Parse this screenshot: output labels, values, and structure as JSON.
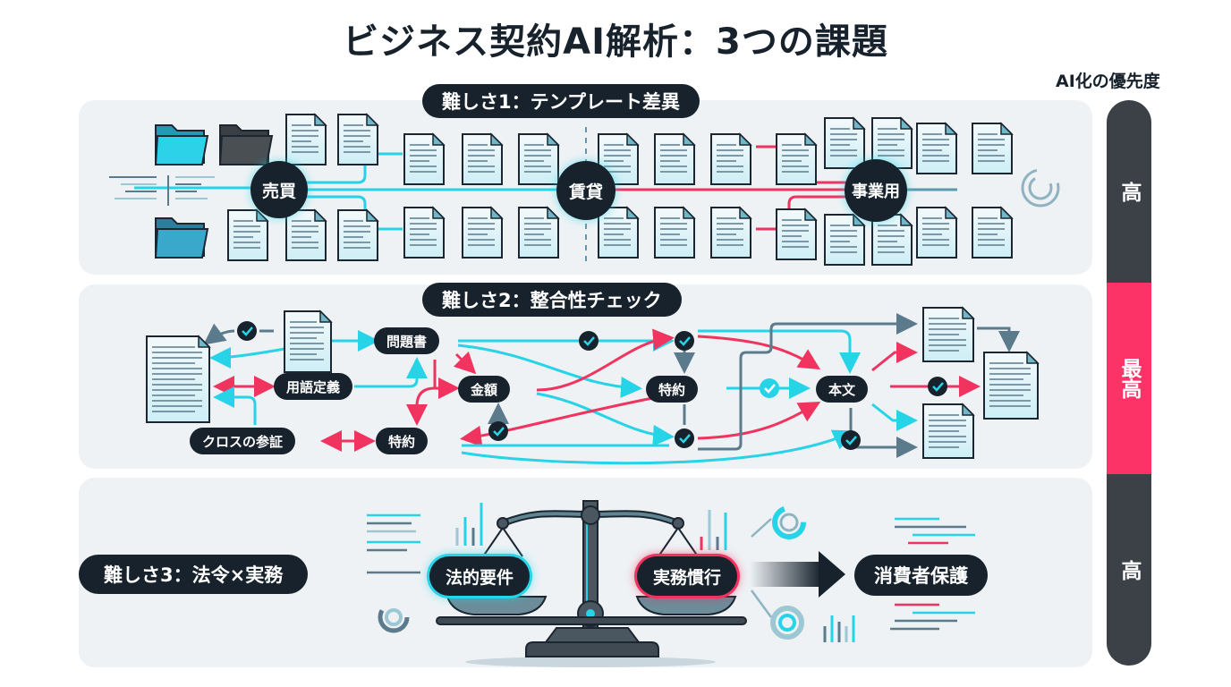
{
  "title": "ビジネス契約AI解析：3つの課題",
  "priority": {
    "title": "AI化の優先度",
    "levels": [
      {
        "label": "高",
        "color": "#3b4147"
      },
      {
        "label": "最高",
        "color": "#fb3366"
      },
      {
        "label": "高",
        "color": "#3b4147"
      }
    ]
  },
  "colors": {
    "dark": "#17222d",
    "cyan": "#27d3e6",
    "red": "#f0345f",
    "slate": "#5b7a8c",
    "panel": "#eef2f5"
  },
  "section1": {
    "header": "難しさ1：テンプレート差異",
    "hubs": [
      "売買",
      "賃貸",
      "事業用"
    ]
  },
  "section2": {
    "header": "難しさ2：整合性チェック",
    "nodes": {
      "q": "問題書",
      "terms": "用語定義",
      "amount": "金額",
      "special_left": "特約",
      "special_mid": "特約",
      "cross": "クロスの参証",
      "body": "本文"
    }
  },
  "section3": {
    "header": "難しさ3：法令×実務",
    "legal": "法的要件",
    "practice": "実務慣行",
    "result": "消費者保護"
  }
}
